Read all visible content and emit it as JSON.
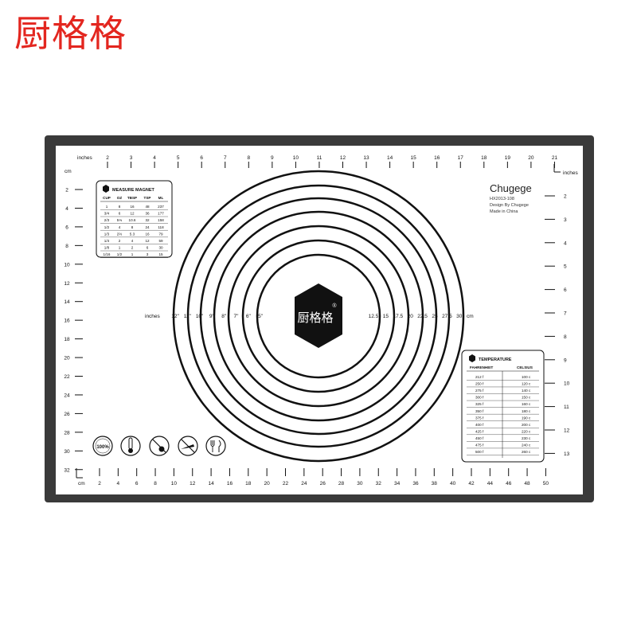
{
  "brand": {
    "text": "厨格格",
    "color": "#e3261f"
  },
  "mat": {
    "border_color": "#3a3a3a",
    "line_color": "#111111",
    "top_ruler": {
      "label": "inches",
      "ticks": [
        "2",
        "3",
        "4",
        "5",
        "6",
        "7",
        "8",
        "9",
        "10",
        "11",
        "12",
        "13",
        "14",
        "15",
        "16",
        "17",
        "18",
        "19",
        "20",
        "21"
      ]
    },
    "right_ruler": {
      "label": "inches",
      "ticks": [
        "2",
        "3",
        "4",
        "5",
        "6",
        "7",
        "8",
        "9",
        "10",
        "11",
        "12",
        "13"
      ]
    },
    "left_ruler": {
      "label": "cm",
      "ticks": [
        "2",
        "4",
        "6",
        "8",
        "10",
        "12",
        "14",
        "16",
        "18",
        "20",
        "22",
        "24",
        "26",
        "28",
        "30",
        "32"
      ]
    },
    "bottom_ruler": {
      "label": "cm",
      "ticks": [
        "2",
        "4",
        "6",
        "8",
        "10",
        "12",
        "14",
        "16",
        "18",
        "20",
        "22",
        "24",
        "26",
        "28",
        "30",
        "32",
        "34",
        "36",
        "38",
        "40",
        "42",
        "44",
        "46",
        "48",
        "50"
      ]
    },
    "circle_inch_label": "inches",
    "circle_inch_ticks": [
      "12\"",
      "11\"",
      "10\"",
      "9\"",
      "8\"",
      "7\"",
      "6\"",
      "5\""
    ],
    "circle_cm_label": "cm",
    "circle_cm_ticks": [
      "12.5",
      "15",
      "17.5",
      "20",
      "22.5",
      "25",
      "27.5",
      "30"
    ],
    "center_logo": {
      "text": "厨格格",
      "mark": "®"
    },
    "product": {
      "name": "Chugege",
      "model": "HX2013-108",
      "design": "Design By Chugege",
      "origin": "Made in China"
    },
    "measure_table": {
      "title": "MEASURE MAGNET",
      "header": [
        "CUP",
        "OZ",
        "TBSP",
        "TSP",
        "ML"
      ],
      "rows": [
        [
          "1",
          "8",
          "16",
          "48",
          "237"
        ],
        [
          "3/4",
          "6",
          "12",
          "36",
          "177"
        ],
        [
          "2/3",
          "5⅓",
          "10.6",
          "32",
          "158"
        ],
        [
          "1/2",
          "4",
          "8",
          "24",
          "118"
        ],
        [
          "1/3",
          "2⅔",
          "5.3",
          "16",
          "79"
        ],
        [
          "1/4",
          "2",
          "4",
          "12",
          "59"
        ],
        [
          "1/8",
          "1",
          "2",
          "6",
          "30"
        ],
        [
          "1/16",
          "1/2",
          "1",
          "3",
          "15"
        ]
      ]
    },
    "temperature_table": {
      "title": "TEMPERATURE",
      "header": [
        "FAHRENHEIT",
        "CELSIUS"
      ],
      "rows": [
        [
          "212 f",
          "100 c"
        ],
        [
          "250 f",
          "120 c"
        ],
        [
          "275 f",
          "140 c"
        ],
        [
          "300 f",
          "150 c"
        ],
        [
          "325 f",
          "160 c"
        ],
        [
          "350 f",
          "180 c"
        ],
        [
          "375 f",
          "190 c"
        ],
        [
          "400 f",
          "200 c"
        ],
        [
          "425 f",
          "220 c"
        ],
        [
          "450 f",
          "230 c"
        ],
        [
          "475 f",
          "240 c"
        ],
        [
          "500 f",
          "260 c"
        ]
      ]
    },
    "badge_icons": [
      "100-percent-silicone-icon",
      "temperature-range-icon",
      "no-cutting-icon",
      "no-knife-icon",
      "dishwasher-safe-icon"
    ],
    "badge_text": {
      "silicone_pct": "100%"
    }
  }
}
